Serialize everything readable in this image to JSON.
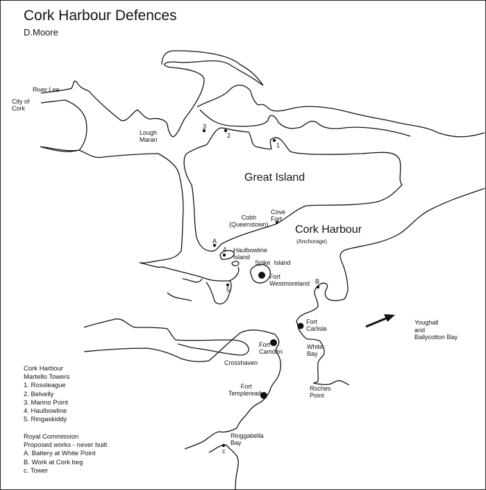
{
  "title": "Cork Harbour Defences",
  "author": "D.Moore",
  "labels": {
    "river_lee": "River Lee",
    "city_of_cork": "City of\nCork",
    "lough_maran": "Lough\nMaran",
    "great_island": "Great Island",
    "cobh": "Cobh\n(Queenstown)",
    "cove_fort": "Cove\nFort",
    "cork_harbour": "Cork Harbour",
    "anchorage": "(Anchorage)",
    "haulbowline_island": "Haulbowline\nIsland",
    "spike_island": "Spike  Island",
    "fort_westmoreland": "Fort\nWestmoreland",
    "fort_carlisle": "Fort\nCarlisle",
    "white_bay": "White\nBay",
    "roches_point": "Roches\nPoint",
    "fort_camden": "Fort\nCamden",
    "crosshaven": "Crosshaven",
    "fort_templeready": "Fort\nTempleready",
    "ringabella_bay": "Ringgabella\nBay",
    "youghall": "Youghall\nand\nBallycotton Bay",
    "m1": "1",
    "m2": "2",
    "m3": "3",
    "m4": "4",
    "m5": "5",
    "pA": "A",
    "pB": "B",
    "pC": "c"
  },
  "legend": {
    "heading1": "Cork Harbour",
    "heading2": "Martello Towers",
    "towers": [
      "1. Rossleague",
      "2. Belvelly",
      "3. Marino Point",
      "4. Haulbowline",
      "5. Ringaskiddy"
    ],
    "heading3": "Royal Commission",
    "heading4": "Proposed works - never built",
    "works": [
      "A. Battery at White Point",
      "B. Work at Cork beg",
      "c. Tower"
    ]
  }
}
